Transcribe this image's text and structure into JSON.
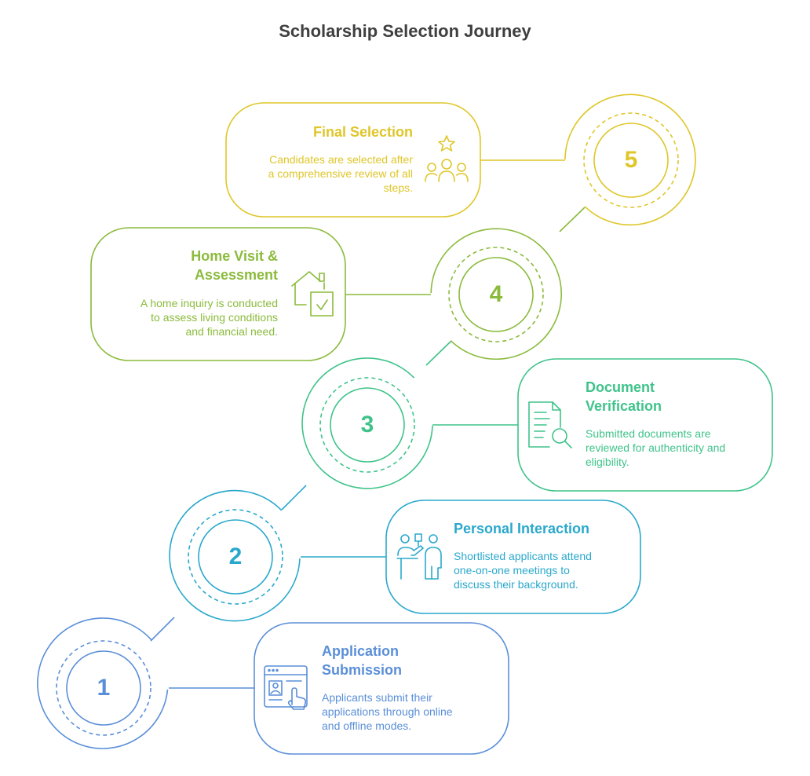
{
  "title": "Scholarship Selection Journey",
  "colors": {
    "step1": "#5a8fd8",
    "step2": "#2aa8cc",
    "step3": "#3fc38a",
    "step4": "#8bbb3c",
    "step5": "#dfc62a"
  },
  "steps": [
    {
      "number": "1",
      "title_lines": [
        "Application",
        "Submission"
      ],
      "description_lines": [
        "Applicants submit their",
        "applications through online",
        "and offline modes."
      ],
      "icon": "application-form-hand-icon"
    },
    {
      "number": "2",
      "title_lines": [
        "Personal Interaction"
      ],
      "description_lines": [
        "Shortlisted applicants attend",
        "one-on-one meetings to",
        "discuss their background."
      ],
      "icon": "people-meeting-icon"
    },
    {
      "number": "3",
      "title_lines": [
        "Document",
        "Verification"
      ],
      "description_lines": [
        "Submitted documents are",
        "reviewed for authenticity and",
        "eligibility."
      ],
      "icon": "document-magnifier-icon"
    },
    {
      "number": "4",
      "title_lines": [
        "Home Visit &",
        "Assessment"
      ],
      "description_lines": [
        "A home inquiry is conducted",
        "to assess living conditions",
        "and financial need."
      ],
      "icon": "house-checklist-icon"
    },
    {
      "number": "5",
      "title_lines": [
        "Final Selection"
      ],
      "description_lines": [
        "Candidates are selected after",
        "a comprehensive review of all",
        "steps."
      ],
      "icon": "star-group-icon"
    }
  ]
}
